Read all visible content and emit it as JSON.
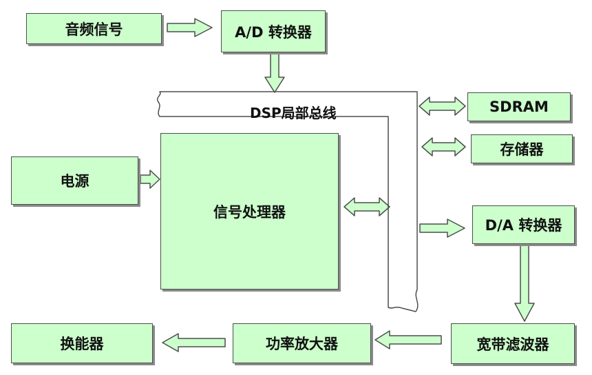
{
  "blocks": {
    "audio_signal": "音频信号",
    "ad_converter": "A/D 转换器",
    "sdram": "SDRAM",
    "storage": "存储器",
    "power": "电源",
    "signal_processor": "信号处理器",
    "da_converter": "D/A 转换器",
    "transducer": "换能器",
    "power_amplifier": "功率放大器",
    "wideband_filter": "宽带滤波器"
  },
  "bus_label": "DSP局部总线",
  "colors": {
    "block_fill": "#ccffcc",
    "arrow_fill": "#ccffcc",
    "outline": "#4d4d4d",
    "shadow": "#8a8a8a"
  }
}
